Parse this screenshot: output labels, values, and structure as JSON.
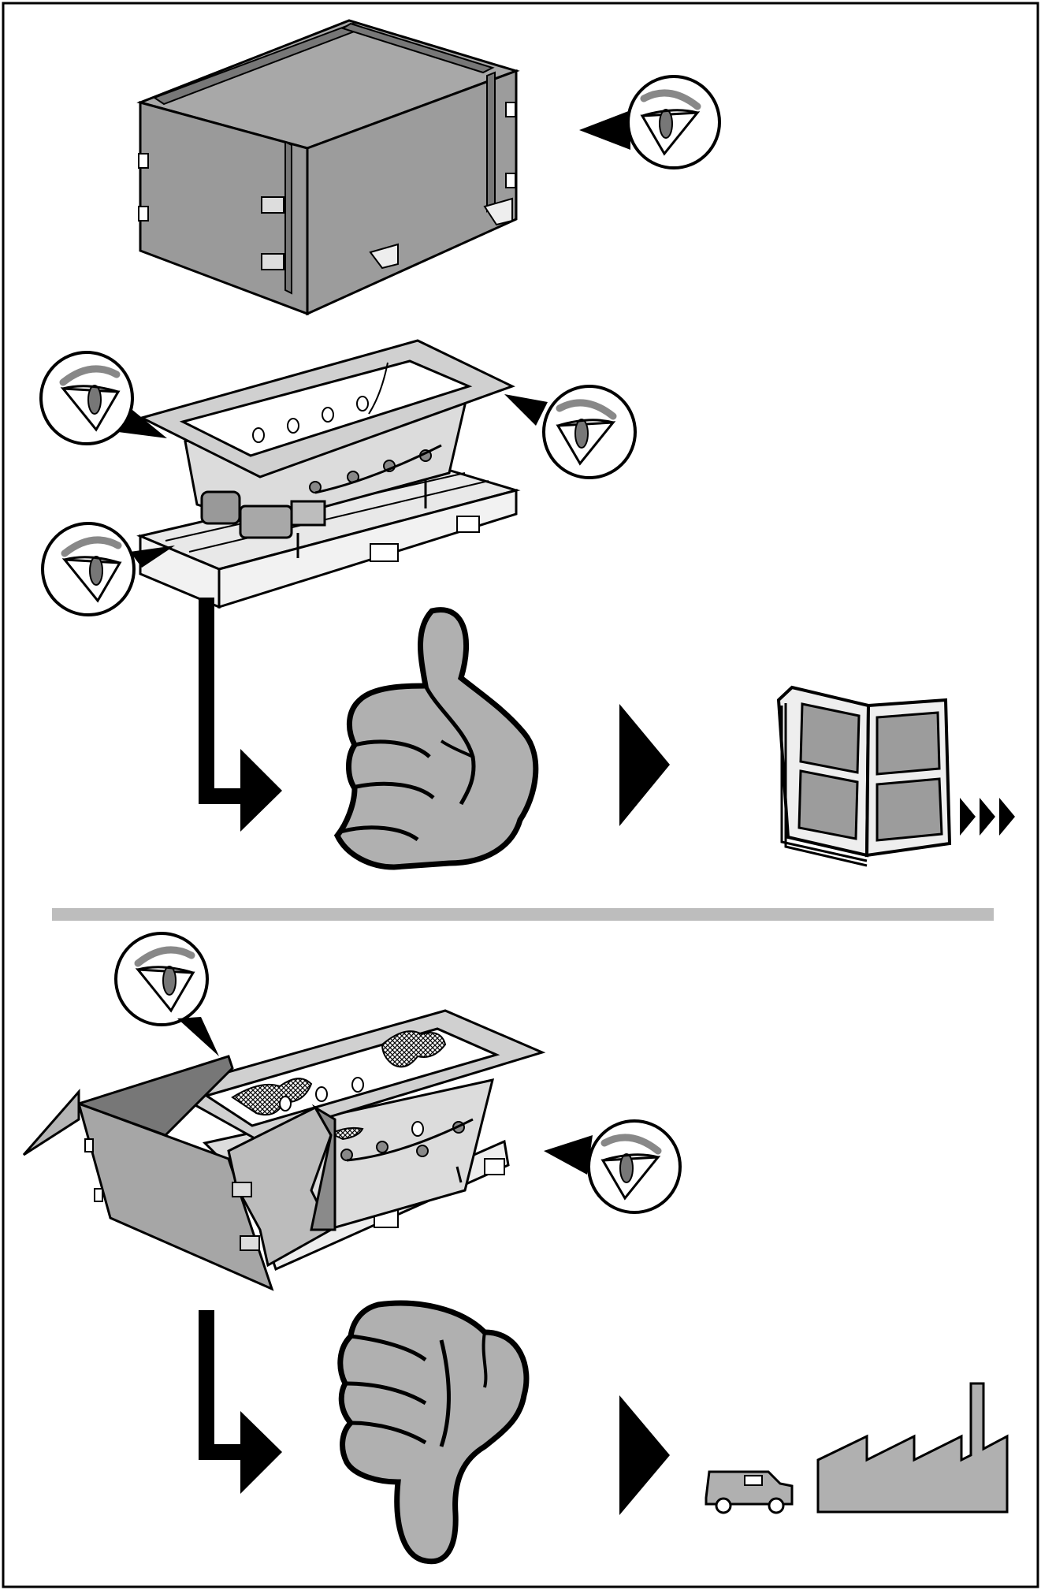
{
  "document": {
    "type": "pictorial-instruction-sheet",
    "text": []
  },
  "colors": {
    "ink": "#000000",
    "fill_gray": "#9e9e9e",
    "fill_light": "#c8c8c8",
    "divider": "#bdbdbd",
    "paper": "#ffffff"
  },
  "sections": [
    {
      "name": "intact-package",
      "steps": [
        "inspect-crate-icon",
        "inspect-bathtub-icons",
        "thumbs-up-icon",
        "go-to-manual-icon"
      ]
    },
    {
      "name": "damaged-package",
      "steps": [
        "inspect-damaged-crate-icon",
        "thumbs-down-icon",
        "return-to-factory-icon"
      ]
    }
  ]
}
